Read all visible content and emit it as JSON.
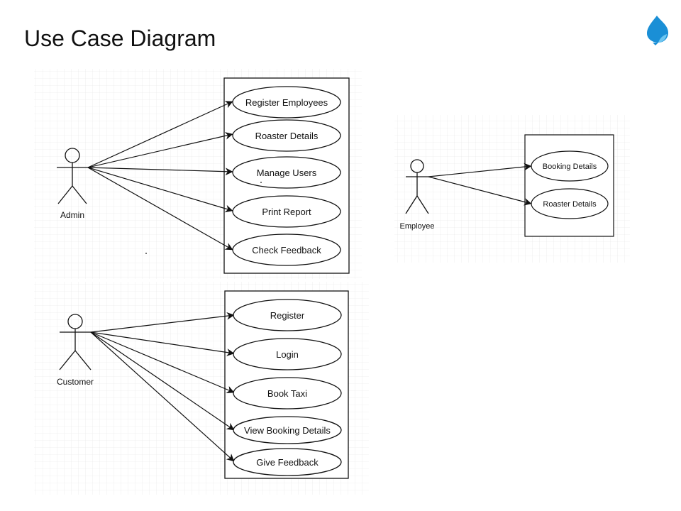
{
  "slide": {
    "title": "Use Case Diagram"
  },
  "brand": {
    "logo_icon": "spade-drop-logo-icon",
    "accent_color": "#1a8fd6"
  },
  "diagrams": {
    "admin": {
      "actor": "Admin",
      "use_cases": [
        "Register Employees",
        "Roaster Details",
        "Manage Users",
        "Print Report",
        "Check Feedback"
      ]
    },
    "employee": {
      "actor": "Employee",
      "use_cases": [
        "Booking Details",
        "Roaster Details"
      ]
    },
    "customer": {
      "actor": "Customer",
      "use_cases": [
        "Register",
        "Login",
        "Book Taxi",
        "View Booking Details",
        "Give Feedback"
      ]
    }
  }
}
